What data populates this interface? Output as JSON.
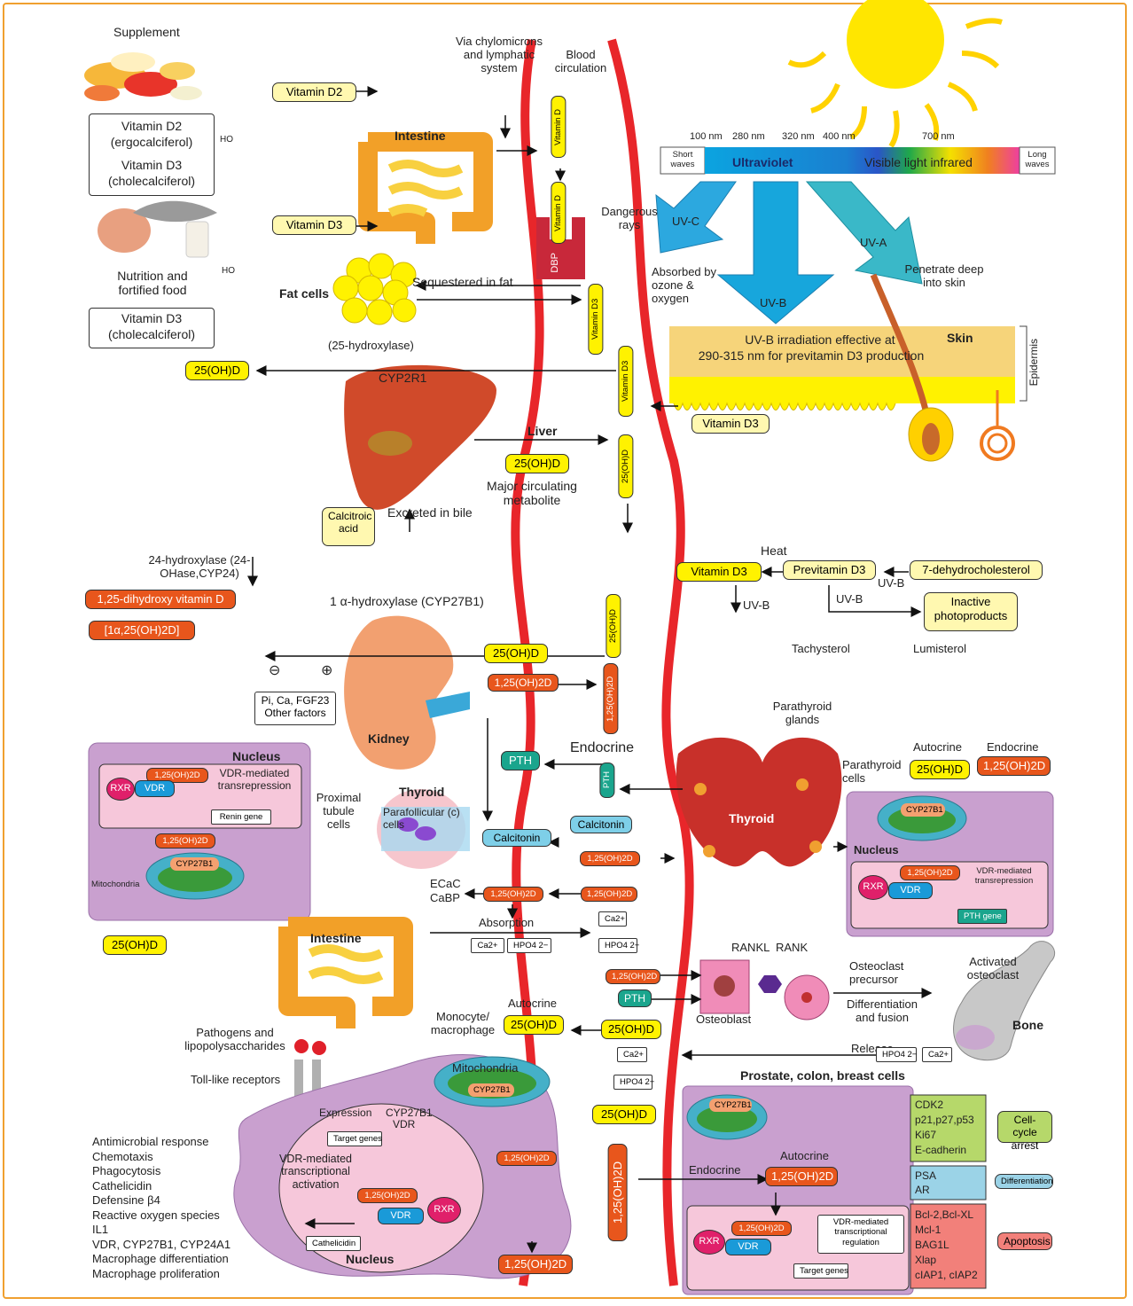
{
  "colors": {
    "frame": "#f0a030",
    "blood": "#e8262a",
    "cell": "#c9a0cf",
    "nucleus": "#f6c7da",
    "yellow": "#fff200",
    "orange": "#e8561c",
    "teal": "#1aa58d",
    "calcitonin": "#7ecfe8",
    "green": "#b6d86a",
    "lightblue": "#9bd3e7",
    "red": "#f2807a"
  },
  "top": {
    "supplement": "Supplement",
    "via": "Via chylomicrons and lymphatic system",
    "blood": "Blood circulation",
    "vitd2_box": "Vitamin D2",
    "vitd3_box": "Vitamin D3",
    "src_d2": "Vitamin D2",
    "src_d2b": "(ergocalciferol)",
    "src_d3": "Vitamin D3",
    "src_d3b": "(cholecalciferol)",
    "nutrition": "Nutrition and fortified food",
    "food_d3": "Vitamin D3",
    "food_d3b": "(cholecalciferol)",
    "intestine": "Intestine",
    "vitd_v1": "Vitamin D",
    "vitd_v2": "Vitamin D",
    "dbp": "DBP",
    "dangerous": "Dangerous rays",
    "absorbed": "Absorbed by ozone & oxygen",
    "fatcells": "Fat cells",
    "sequestered": "Sequestered in fat",
    "hydroxylase25": "(25-hydroxylase)",
    "vitd3_v1": "Vitamin D3",
    "vitd3_v2": "Vitamin D3",
    "ohd_left": "25(OH)D",
    "cyp2r1": "CYP2R1",
    "liver": "Liver",
    "ohd_liver": "25(OH)D",
    "ohd_v": "25(OH)D",
    "major": "Major circulating metabolite",
    "calcitroic": "Calcitroic acid",
    "excreted": "Excreted in bile",
    "hydroxylase24": "24-hydroxylase (24-OHase,CYP24)"
  },
  "spectrum": {
    "ticks": [
      "100 nm",
      "280 nm",
      "320 nm",
      "400 nm",
      "700 nm"
    ],
    "short": "Short waves",
    "uv": "Ultraviolet",
    "visible": "Visible light infrared",
    "long": "Long waves",
    "uvc": "UV-C",
    "uvb": "UV-B",
    "uva": "UV-A",
    "penetrate": "Penetrate deep into skin",
    "skin": "Skin",
    "epidermis": "Epidermis",
    "skin_text1": "UV-B irradiation effective at",
    "skin_text2": "290-315 nm for previtamin D3 production",
    "vitd3_skin": "Vitamin D3"
  },
  "synth": {
    "heat": "Heat",
    "vitd3": "Vitamin D3",
    "previt": "Previtamin D3",
    "dehydro": "7-dehydrocholesterol",
    "uvb1": "UV-B",
    "uvb2": "UV-B",
    "uvb3": "UV-B",
    "inactive": "Inactive photoproducts",
    "tachysterol": "Tachysterol",
    "lumisterol": "Lumisterol"
  },
  "kidney": {
    "d125": "1,25-dihydroxy vitamin D",
    "d125b": "[1α,25(OH)2D]",
    "alpha": "1 α-hydroxylase (CYP27B1)",
    "ohd_box": "25(OH)D",
    "ohd_v": "25(OH)D",
    "d125_box": "1,25(OH)2D",
    "d125_v": "1,25(OH)2D",
    "minus": "⊖",
    "plus": "⊕",
    "factors1": "Pi, Ca, FGF23",
    "factors2": "Other factors",
    "kidney": "Kidney",
    "proximal": "Proximal tubule cells",
    "nucleus": "Nucleus",
    "rxr": "RXR",
    "vdr": "VDR",
    "d125_n": "1,25(OH)2D",
    "transrep": "VDR-mediated transrepression",
    "renin": "Renin gene",
    "d125_cell": "1,25(OH)2D",
    "cyp27b1": "CYP27B1",
    "mito": "Mitochondria",
    "ohd_cell": "25(OH)D"
  },
  "thyroid": {
    "endocrine": "Endocrine",
    "pth": "PTH",
    "pth_v": "PTH",
    "thyroid": "Thyroid",
    "parafollicular": "Parafollicular (c) cells",
    "calcitonin": "Calcitonin",
    "calcitonin2": "Calcitonin",
    "d125_small": "1,25(OH)2D",
    "parathyroid": "Parathyroid glands",
    "thyroid2": "Thyroid",
    "autocrine": "Autocrine",
    "endocrine2": "Endocrine",
    "ohd": "25(OH)D",
    "d125": "1,25(OH)2D",
    "pcells": "Parathyroid cells",
    "cyp27b1": "CYP27B1",
    "nucleus": "Nucleus",
    "d125_n": "1,25(OH)2D",
    "rxr": "RXR",
    "vdr": "VDR",
    "transrep": "VDR-mediated transrepression",
    "pthgene": "PTH gene"
  },
  "gut": {
    "ecac": "ECaC",
    "cabp": "CaBP",
    "d125a": "1,25(OH)2D",
    "d125b": "1,25(OH)2D",
    "absorption": "Absorption",
    "ca": "Ca2+",
    "hpo": "HPO4 2−",
    "ca2": "Ca2+",
    "hpo2": "HPO4 2−",
    "intestine": "Intestine"
  },
  "bone": {
    "rankl": "RANKL",
    "rank": "RANK",
    "osteoclast_pre": "Osteoclast precursor",
    "activated": "Activated osteoclast",
    "d125": "1,25(OH)2D",
    "pth": "PTH",
    "osteoblast": "Osteoblast",
    "diff": "Differentiation and fusion",
    "bone": "Bone",
    "release": "Release",
    "hpo": "HPO4 2−",
    "ca": "Ca2+",
    "ca2": "Ca2+",
    "hpo2": "HPO4 2−"
  },
  "immune": {
    "autocrine": "Autocrine",
    "monocyte": "Monocyte/ macrophage",
    "ohd": "25(OH)D",
    "ohd2": "25(OH)D",
    "pathogens": "Pathogens and lipopolysaccharides",
    "toll": "Toll-like receptors",
    "mito": "Mitochondria",
    "cyp27b1": "CYP27B1",
    "expression": "Expression",
    "cyp": "CYP27B1",
    "vdr_t": "VDR",
    "targets": "Target genes",
    "vdrmed": "VDR-mediated transcriptional activation",
    "d125": "1,25(OH)2D",
    "d125_n": "1,25(OH)2D",
    "vdr": "VDR",
    "rxr": "RXR",
    "cathelicidin": "Cathelicidin",
    "nucleus": "Nucleus",
    "d125_out": "1,25(OH)2D",
    "responses": [
      "Antimicrobial response",
      "Chemotaxis",
      "Phagocytosis",
      "Cathelicidin",
      "Defensine β4",
      "Reactive oxygen species",
      "IL1",
      "VDR, CYP27B1, CYP24A1",
      "Macrophage differentiation",
      "Macrophage proliferation"
    ]
  },
  "prostate": {
    "title": "Prostate, colon, breast cells",
    "ohd": "25(OH)D",
    "d125_v": "1,25(OH)2D",
    "cyp27b1": "CYP27B1",
    "endocrine": "Endocrine",
    "autocrine": "Autocrine",
    "d125": "1,25(OH)2D",
    "rxr": "RXR",
    "vdr": "VDR",
    "d125_n": "1,25(OH)2D",
    "vdrmed": "VDR-mediated transcriptional regulation",
    "targets": "Target genes",
    "cycle_genes": [
      "CDK2",
      "p21,p27,p53",
      "Ki67",
      "E-cadherin"
    ],
    "cycle": "Cell-cycle arrest",
    "diff_genes": [
      "PSA",
      "AR"
    ],
    "diff": "Differentiation",
    "apo_genes": [
      "Bcl-2,Bcl-XL",
      "Mcl-1",
      "BAG1L",
      "Xlap",
      "cIAP1, cIAP2"
    ],
    "apo": "Apoptosis"
  }
}
